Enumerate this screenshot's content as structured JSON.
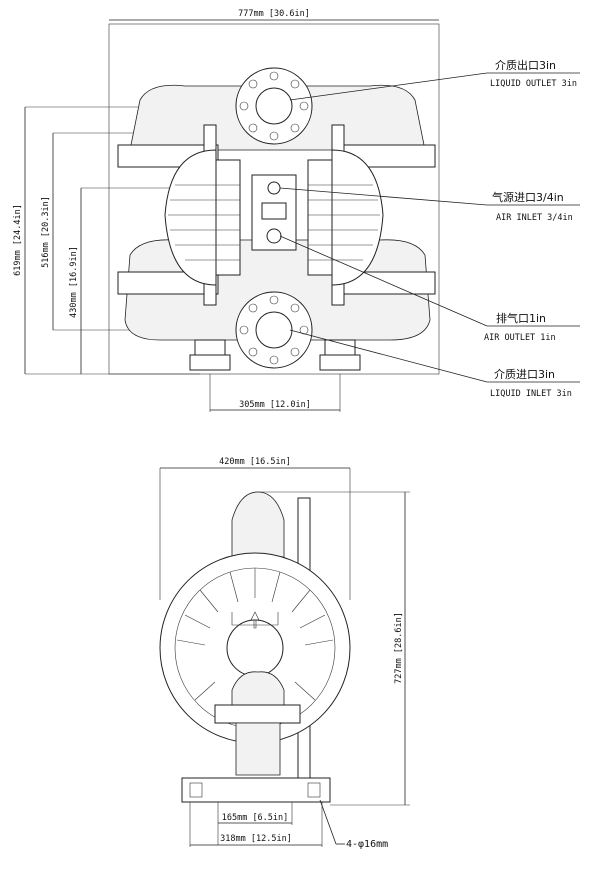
{
  "top_view": {
    "dim_width": "777mm [30.6in]",
    "dim_height_overall": "619mm [24.4in]",
    "dim_height_mid": "516mm [20.3in]",
    "dim_height_inner": "430mm [16.9in]",
    "dim_base": "305mm [12.0in]",
    "callouts": [
      {
        "cn": "介质出口3in",
        "en": "LIQUID OUTLET 3in"
      },
      {
        "cn": "气源进口3/4in",
        "en": "AIR INLET 3/4in"
      },
      {
        "cn": "排气口1in",
        "en": "AIR OUTLET 1in"
      },
      {
        "cn": "介质进口3in",
        "en": "LIQUID INLET 3in"
      }
    ]
  },
  "side_view": {
    "dim_width": "420mm [16.5in]",
    "dim_height": "727mm [28.6in]",
    "dim_base_inner": "165mm [6.5in]",
    "dim_base_outer": "318mm [12.5in]",
    "hole_note": "4-φ16mm"
  }
}
